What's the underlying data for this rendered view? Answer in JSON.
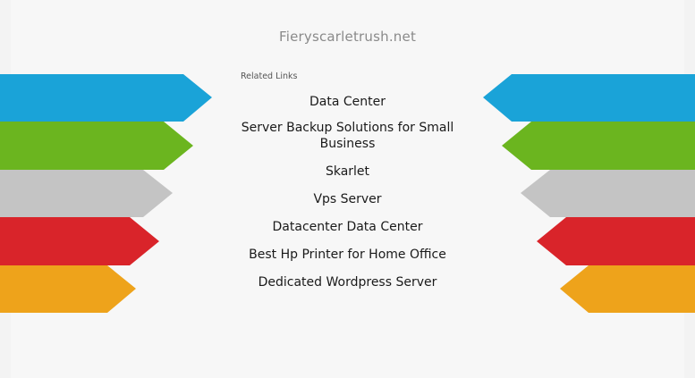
{
  "header": {
    "domain": "Fieryscarletrush.net"
  },
  "related": {
    "heading": "Related Links",
    "links": [
      {
        "label": "Data Center"
      },
      {
        "label": "Server Backup Solutions for Small Business"
      },
      {
        "label": "Skarlet"
      },
      {
        "label": "Vps Server"
      },
      {
        "label": "Datacenter Data Center"
      },
      {
        "label": "Best Hp Printer for Home Office"
      },
      {
        "label": "Dedicated Wordpress Server"
      }
    ]
  },
  "colors": {
    "blue": "#1aa3d8",
    "green": "#6bb51f",
    "gray": "#c4c4c4",
    "red": "#d9242a",
    "orange": "#eea31b",
    "background": "#f3f3f3"
  }
}
